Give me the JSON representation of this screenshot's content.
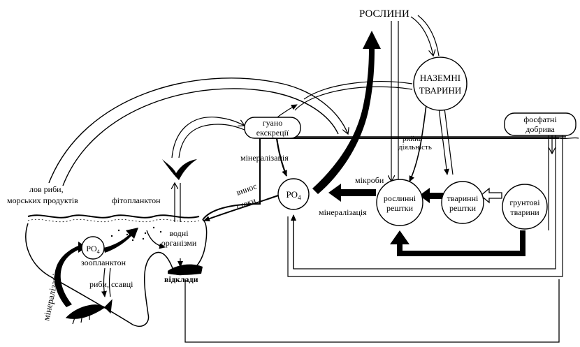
{
  "labels": {
    "plants": "РОСЛИНИ",
    "land_animals_1": "НАЗЕМНІ",
    "land_animals_2": "ТВАРИНИ",
    "guano_1": "гуано",
    "guano_2": "екскреції",
    "fertilizers_1": "фосфатні",
    "fertilizers_2": "добрива",
    "mineralization_top": "мінералізація",
    "life_activity_1": "рийна",
    "life_activity_2": "діяльність",
    "po4_land": "PO",
    "po4_land_sub": "4",
    "microbes": "мікроби",
    "mineralization_land": "мінералізація",
    "plant_remains_1": "рослинні",
    "plant_remains_2": "рештки",
    "animal_remains_1": "тваринні",
    "animal_remains_2": "рештки",
    "soil_animals_1": "грунтові",
    "soil_animals_2": "тварини",
    "runoff_1": "винос",
    "runoff_2": "стоки",
    "fishing_1": "лов риби,",
    "fishing_2": "морських продуктів",
    "phytoplankton": "фітопланктон",
    "po4_sea": "PO",
    "po4_sea_sub": "4",
    "water_org_1": "водні",
    "water_org_2": "організми",
    "zooplankton": "зоопланктон",
    "fish_mammals": "риби, ссавці",
    "sediments": "відклади",
    "mineralization_sea": "мінералізація"
  },
  "colors": {
    "ink": "#000000",
    "paper": "#ffffff"
  }
}
